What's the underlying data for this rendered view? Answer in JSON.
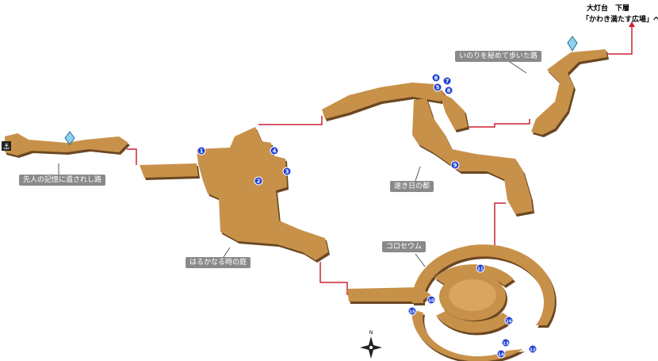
{
  "map": {
    "path_color": "#c8914a",
    "path_shadow_color": "#7a5426",
    "connector_color": "#cc2233",
    "marker_color": "#1f3fd6",
    "crystal_color": "#8fd0f0"
  },
  "destination": {
    "line1": "大灯台　下層",
    "line2": "「かわき満たす広場」へ"
  },
  "areas": [
    {
      "id": "a1",
      "label": "いのりを秘めて歩いた路"
    },
    {
      "id": "a2",
      "label": "先人の記憶に遺されし路"
    },
    {
      "id": "a3",
      "label": "遠き日の都"
    },
    {
      "id": "a4",
      "label": "はるかなる時の庭"
    },
    {
      "id": "a5",
      "label": "コロセウム"
    }
  ],
  "markers": [
    "1",
    "2",
    "3",
    "4",
    "5",
    "6",
    "7",
    "8",
    "9",
    "10",
    "11",
    "12",
    "13",
    "14",
    "15",
    "16"
  ],
  "compass": {
    "north_label": "N",
    "icon": "compass-rose-icon"
  },
  "anchor": {
    "icon": "anchor-icon"
  },
  "save_points": {
    "icon": "crystal-icon"
  }
}
